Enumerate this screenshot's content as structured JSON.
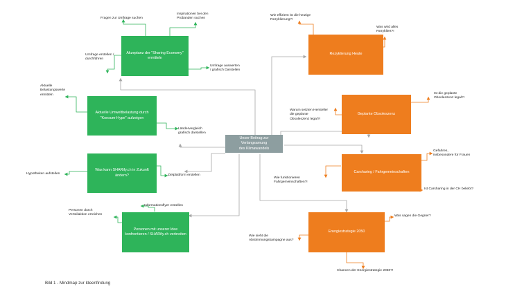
{
  "center": "Unser Beitrag zur Verlangsamung\ndes Klimawandels",
  "green_boxes": {
    "akzeptanz": "Akzeptanz der \"Sharing Economy\"\nermitteln",
    "umweltbelastung": "Aktuelle Umweltbelastung durch\n\"Konsum-Hype\" aufzeigen",
    "sharify": "Was kann SHARify.ch in Zukunft\nändern?",
    "personen": "Personen mit unserer Idee\nkonfrontieren / SHARify.ch verbreiten"
  },
  "orange_boxes": {
    "rezyklierung": "Rezyklierung Heute",
    "obsoleszenz": "Geplante Obsoleszenz",
    "carsharing": "Carsharing / Fahrgemeinschaften",
    "energiestrategie": "Energiestrategie 2050"
  },
  "labels": {
    "fragen_umfrage": "Fragen zur Umfrage suchen",
    "inspirationen": "Inspirationen bei den\nProbanden suchen",
    "umfrage_erstellen": "Umfrage erstellen /\ndurchführen",
    "umfrage_auswerten": "Umfrage auswerten\n/ grafisch Darstellen",
    "aktuelle_belastung": "Aktuelle\nBelastungswerte\nermitteln",
    "laendervergleich": "Ländervergleich\ngrafisch darstellen",
    "hypotheken": "Hypotheken aufstellen",
    "zielplattform": "Zielplattform erstellen",
    "informationsflyer": "Informationsflyer erstellen",
    "personen_verteil": "Personen durch\nVerteilaktion erreichen",
    "wie_effizient": "Wie effizient ist die heutige\nRezyklierung?!",
    "was_wird_alles": "Was wird alles\nRezykliert?!",
    "geplante_legal": "Ist die geplante\nObsoleszenz legal?!",
    "warum_setzen": "Warum setzten Hersteller\ndie geplante\nObsoleszenz legal?!",
    "gefahren": "Gefahren,\ninsbesondere für Frauen",
    "wie_funktionieren": "Wie funktionieren\nFahrgemeinschaften?!",
    "carsharing_beliebt": "Ist Carsharing in der CH beliebt?",
    "was_sagen": "Was sagen die Gegner?",
    "wie_sieht": "Wie sieht die\nAbstimmungskampagne aus?",
    "chancen": "Chancen der Energiestrategie 2050?!"
  },
  "caption": "Bild 1 - Mindmap zur Ideenfindung",
  "colors": {
    "green": "#2eb45a",
    "orange": "#ee7d1e",
    "center": "#8d9ea0",
    "gray_line": "#a6a6a6"
  }
}
